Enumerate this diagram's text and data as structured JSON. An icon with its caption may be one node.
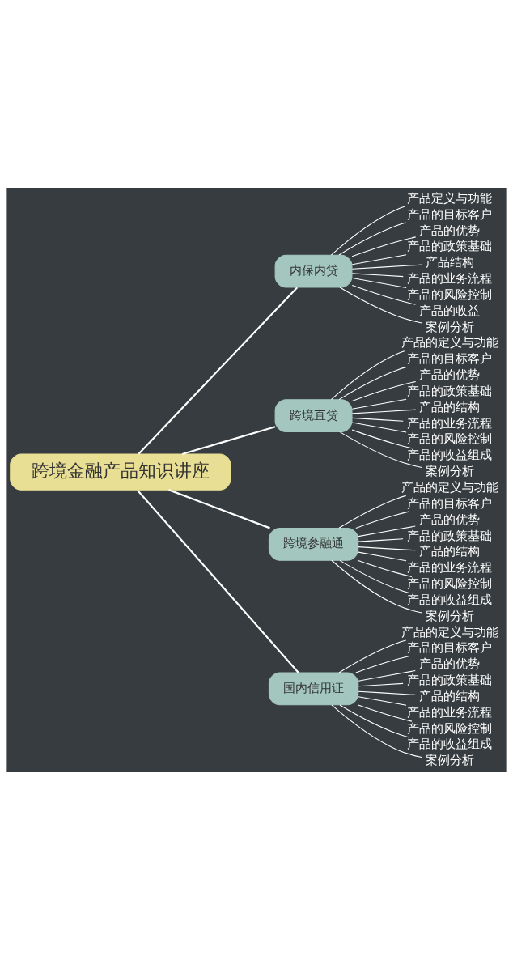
{
  "diagram": {
    "nodes": [
      {
        "text": [
          "跨境金融产品知识讲座"
        ]
      },
      {
        "text": [
          "内保内贷"
        ]
      },
      {
        "text": [
          "产品定义与功能"
        ]
      },
      {
        "text": [
          "产品的目标客户"
        ]
      },
      {
        "text": [
          "产品的优势"
        ]
      },
      {
        "text": [
          "产品的政策基础"
        ]
      },
      {
        "text": [
          "产品结构"
        ]
      },
      {
        "text": [
          "产品的业务流程"
        ]
      },
      {
        "text": [
          "产品的风险控制"
        ]
      },
      {
        "text": [
          "产品的收益"
        ]
      },
      {
        "text": [
          "案例分析"
        ]
      },
      {
        "text": [
          "跨境直贷"
        ]
      },
      {
        "text": [
          "产品的定义与功能"
        ]
      },
      {
        "text": [
          "产品的目标客户"
        ]
      },
      {
        "text": [
          "产品的优势"
        ]
      },
      {
        "text": [
          "产品的政策基础"
        ]
      },
      {
        "text": [
          "产品的结构"
        ]
      },
      {
        "text": [
          "产品的业务流程"
        ]
      },
      {
        "text": [
          "产品的风险控制"
        ]
      },
      {
        "text": [
          "产品的收益组成"
        ]
      },
      {
        "text": [
          "案例分析"
        ]
      },
      {
        "text": [
          "跨境参融通"
        ]
      },
      {
        "text": [
          "产品的定义与功能"
        ]
      },
      {
        "text": [
          "产品的目标客户"
        ]
      },
      {
        "text": [
          "产品的优势"
        ]
      },
      {
        "text": [
          "产品的政策基础"
        ]
      },
      {
        "text": [
          "产品的结构"
        ]
      },
      {
        "text": [
          "产品的业务流程"
        ]
      },
      {
        "text": [
          "产品的风险控制"
        ]
      },
      {
        "text": [
          "产品的收益组成"
        ]
      },
      {
        "text": [
          "案例分析"
        ]
      },
      {
        "text": [
          "国内信用证"
        ]
      },
      {
        "text": [
          "产品的定义与功能"
        ]
      },
      {
        "text": [
          "产品的目标客户"
        ]
      },
      {
        "text": [
          "产品的优势"
        ]
      },
      {
        "text": [
          "产品的政策基础"
        ]
      },
      {
        "text": [
          "产品的结构"
        ]
      },
      {
        "text": [
          "产品的业务流程"
        ]
      },
      {
        "text": [
          "产品的风险控制"
        ]
      },
      {
        "text": [
          "产品的收益组成"
        ]
      },
      {
        "text": [
          "案例分析"
        ]
      }
    ],
    "edges": [
      {
        "from": 0,
        "to": 1,
        "arrow": "none"
      },
      {
        "from": 1,
        "to": 2,
        "arrow": "none"
      },
      {
        "from": 1,
        "to": 3,
        "arrow": "none"
      },
      {
        "from": 1,
        "to": 4,
        "arrow": "none"
      },
      {
        "from": 1,
        "to": 5,
        "arrow": "none"
      },
      {
        "from": 1,
        "to": 6,
        "arrow": "none"
      },
      {
        "from": 1,
        "to": 7,
        "arrow": "none"
      },
      {
        "from": 1,
        "to": 8,
        "arrow": "none"
      },
      {
        "from": 1,
        "to": 9,
        "arrow": "none"
      },
      {
        "from": 1,
        "to": 10,
        "arrow": "none"
      },
      {
        "from": 0,
        "to": 11,
        "arrow": "none"
      },
      {
        "from": 11,
        "to": 12,
        "arrow": "none"
      },
      {
        "from": 11,
        "to": 13,
        "arrow": "none"
      },
      {
        "from": 11,
        "to": 14,
        "arrow": "none"
      },
      {
        "from": 11,
        "to": 15,
        "arrow": "none"
      },
      {
        "from": 11,
        "to": 16,
        "arrow": "none"
      },
      {
        "from": 11,
        "to": 17,
        "arrow": "none"
      },
      {
        "from": 11,
        "to": 18,
        "arrow": "none"
      },
      {
        "from": 11,
        "to": 19,
        "arrow": "none"
      },
      {
        "from": 11,
        "to": 20,
        "arrow": "none"
      },
      {
        "from": 0,
        "to": 21,
        "arrow": "none"
      },
      {
        "from": 21,
        "to": 22,
        "arrow": "none"
      },
      {
        "from": 21,
        "to": 23,
        "arrow": "none"
      },
      {
        "from": 21,
        "to": 24,
        "arrow": "none"
      },
      {
        "from": 21,
        "to": 25,
        "arrow": "none"
      },
      {
        "from": 21,
        "to": 26,
        "arrow": "none"
      },
      {
        "from": 21,
        "to": 27,
        "arrow": "none"
      },
      {
        "from": 21,
        "to": 28,
        "arrow": "none"
      },
      {
        "from": 21,
        "to": 29,
        "arrow": "none"
      },
      {
        "from": 21,
        "to": 30,
        "arrow": "none"
      },
      {
        "from": 0,
        "to": 31,
        "arrow": "none"
      },
      {
        "from": 31,
        "to": 32,
        "arrow": "none"
      },
      {
        "from": 31,
        "to": 33,
        "arrow": "none"
      },
      {
        "from": 31,
        "to": 34,
        "arrow": "none"
      },
      {
        "from": 31,
        "to": 35,
        "arrow": "none"
      },
      {
        "from": 31,
        "to": 36,
        "arrow": "none"
      },
      {
        "from": 31,
        "to": 37,
        "arrow": "none"
      },
      {
        "from": 31,
        "to": 38,
        "arrow": "none"
      },
      {
        "from": 31,
        "to": 39,
        "arrow": "none"
      },
      {
        "from": 31,
        "to": 40,
        "arrow": "none"
      }
    ]
  }
}
